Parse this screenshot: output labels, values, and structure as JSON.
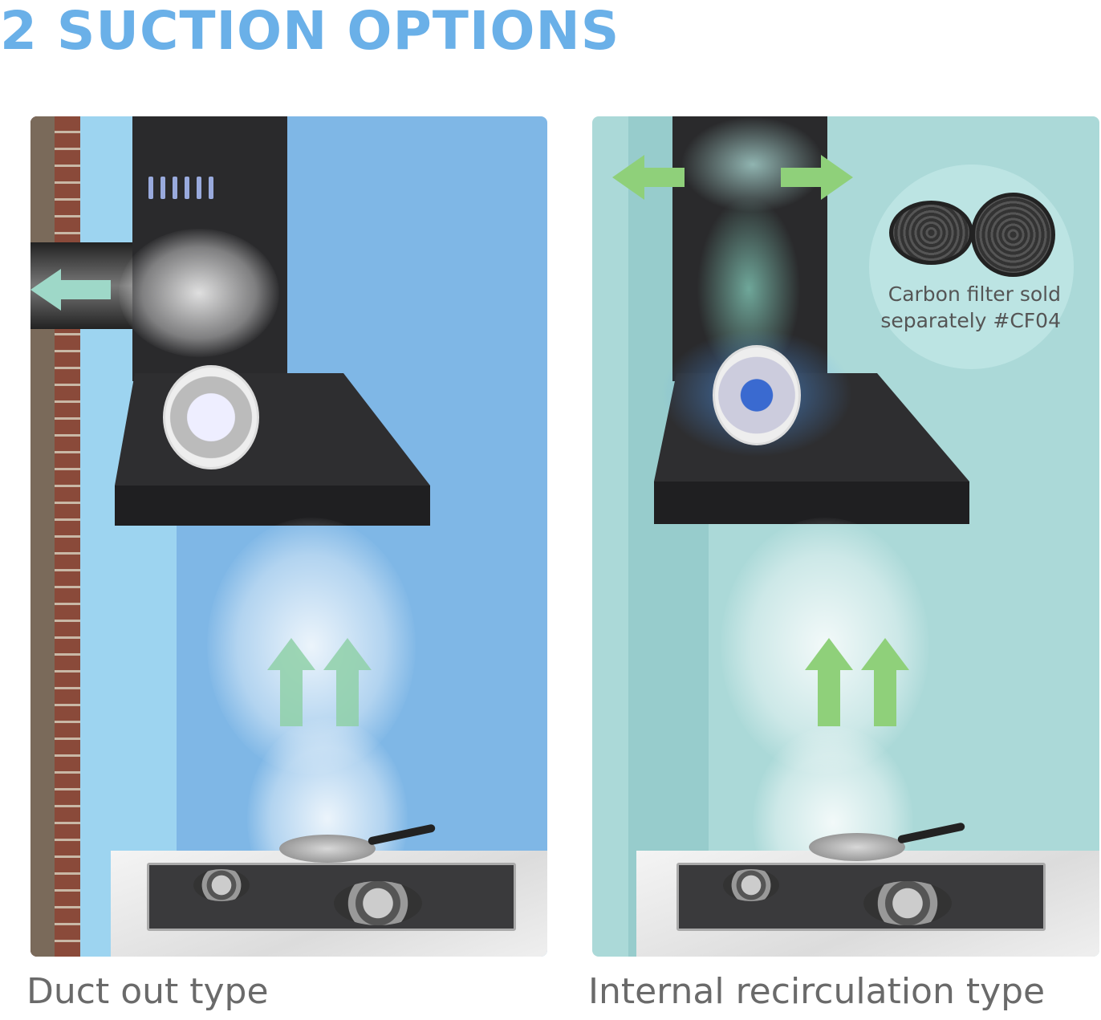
{
  "title": "2 SUCTION OPTIONS",
  "left_panel": {
    "caption": "Duct out type"
  },
  "right_panel": {
    "caption": "Internal recirculation type",
    "filter_note_line1": "Carbon filter sold",
    "filter_note_line2": "separately #CF04"
  },
  "colors": {
    "title": "#6ab0e8",
    "left_bg": "#7fb7e6",
    "right_bg": "#abd9d8",
    "arrow_green": "#8fd07a"
  }
}
